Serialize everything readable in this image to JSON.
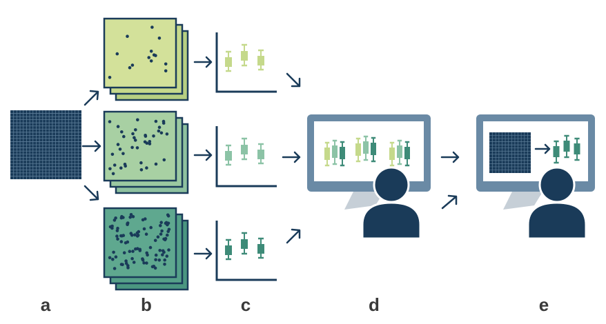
{
  "panel_labels": {
    "a": "a",
    "b": "b",
    "c": "c",
    "d": "d",
    "e": "e"
  },
  "colors": {
    "navy": "#1a3b59",
    "grid_line": "#5c7d98",
    "sheet_light": "#d3e19a",
    "sheet_light_back": "#b6cf82",
    "sheet_mid": "#a8d0a3",
    "sheet_mid_back": "#8ec19f",
    "sheet_dark": "#5fa88f",
    "sheet_dark_back": "#4a9680",
    "box_light": "#c5d98b",
    "box_mid": "#8cc3a6",
    "box_dark": "#3e8b78",
    "monitor_frame": "#6a8aa5",
    "monitor_stand": "#c6cfd7"
  },
  "icons": {
    "input_matrix": "grid-matrix-icon",
    "sample_stack": "dotted-sheet-stack-icon",
    "boxplot": "box-whisker-plot-icon",
    "computer_user": "person-at-monitor-icon",
    "arrow": "arrow-icon"
  }
}
